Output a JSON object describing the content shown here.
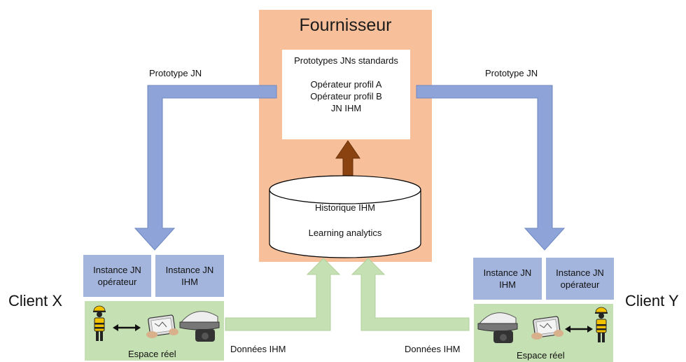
{
  "supplier": {
    "title": "Fournisseur",
    "prototypes_heading": "Prototypes  JNs standards",
    "prototype_items": [
      "Opérateur profil A",
      "Opérateur profil B",
      "JN IHM"
    ],
    "database_lines": [
      "Historique IHM",
      "Learning analytics"
    ]
  },
  "flows": {
    "prototype_left": "Prototype  JN",
    "prototype_right": "Prototype  JN",
    "data_left": "Données IHM",
    "data_right": "Données IHM"
  },
  "client_x": {
    "label": "Client X",
    "instance_operator": [
      "Instance JN",
      "opérateur"
    ],
    "instance_ihm": [
      "Instance JN",
      "IHM"
    ],
    "real_space": "Espace réel"
  },
  "client_y": {
    "label": "Client Y",
    "instance_ihm": [
      "Instance JN",
      "IHM"
    ],
    "instance_operator": [
      "Instance JN",
      "opérateur"
    ],
    "real_space": "Espace réel"
  },
  "colors": {
    "supplier_bg": "#f7c09b",
    "prototype_arrow": "#8ea4d8",
    "data_arrow": "#c5e0b2",
    "up_arrow": "#8a4310",
    "instance_bg": "#a3b5dc",
    "real_space_bg": "#c5e0b2"
  },
  "icons": [
    "worker-icon",
    "double-arrow-icon",
    "tablet-hand-icon",
    "mixed-reality-headset-icon"
  ]
}
